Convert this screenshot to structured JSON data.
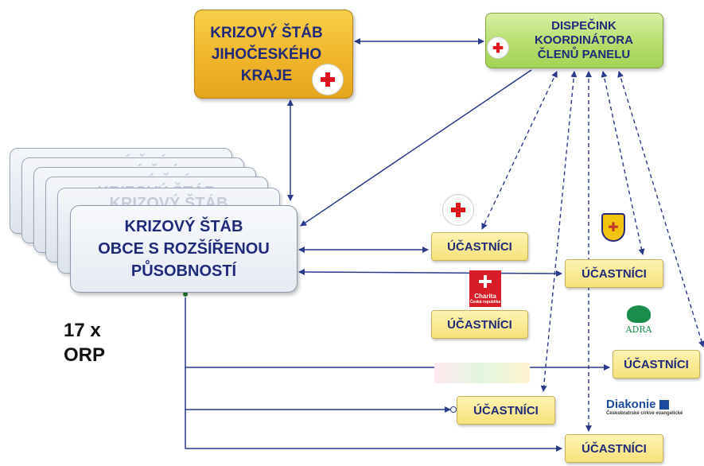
{
  "regional_staff": {
    "line1": "KRIZOVÝ ŠTÁB",
    "line2": "JIHOČESKÉHO",
    "line3": "KRAJE"
  },
  "dispatch": {
    "line1": "DISPEČINK",
    "line2": "KOORDINÁTORA",
    "line3": "ČLENŮ PANELU"
  },
  "municipal_staff": {
    "line1": "KRIZOVÝ ŠTÁB",
    "line2": "OBCE S ROZŠÍŘENOU",
    "line3": "PŮSOBNOSTÍ"
  },
  "stack_ghost_label": "KRIZOVÝ ŠTÁB",
  "orp_count": {
    "line1": "17 x",
    "line2": "ORP"
  },
  "participants": [
    {
      "label": "ÚČASTNÍCI"
    },
    {
      "label": "ÚČASTNÍCI"
    },
    {
      "label": "ÚČASTNÍCI"
    },
    {
      "label": "ÚČASTNÍCI"
    },
    {
      "label": "ÚČASTNÍCI"
    },
    {
      "label": "ÚČASTNÍCI"
    }
  ],
  "logos": {
    "charita": "Charita",
    "charita_sub": "Česká republika",
    "adra": "ADRA",
    "diakonie": "Diakonie",
    "diakonie_sub": "Českobratrské církve evangelické"
  },
  "colors": {
    "box_text": "#1f2a7a",
    "regional_fill": "#f0b52a",
    "dispatch_fill": "#b3dc68",
    "participant_fill": "#f6e27a",
    "arrow": "#2a3a8c"
  },
  "icons": [
    "red-cross-icon",
    "charita-logo-icon",
    "mountain-rescue-shield-icon",
    "adra-logo-icon",
    "diakonie-logo-icon"
  ]
}
